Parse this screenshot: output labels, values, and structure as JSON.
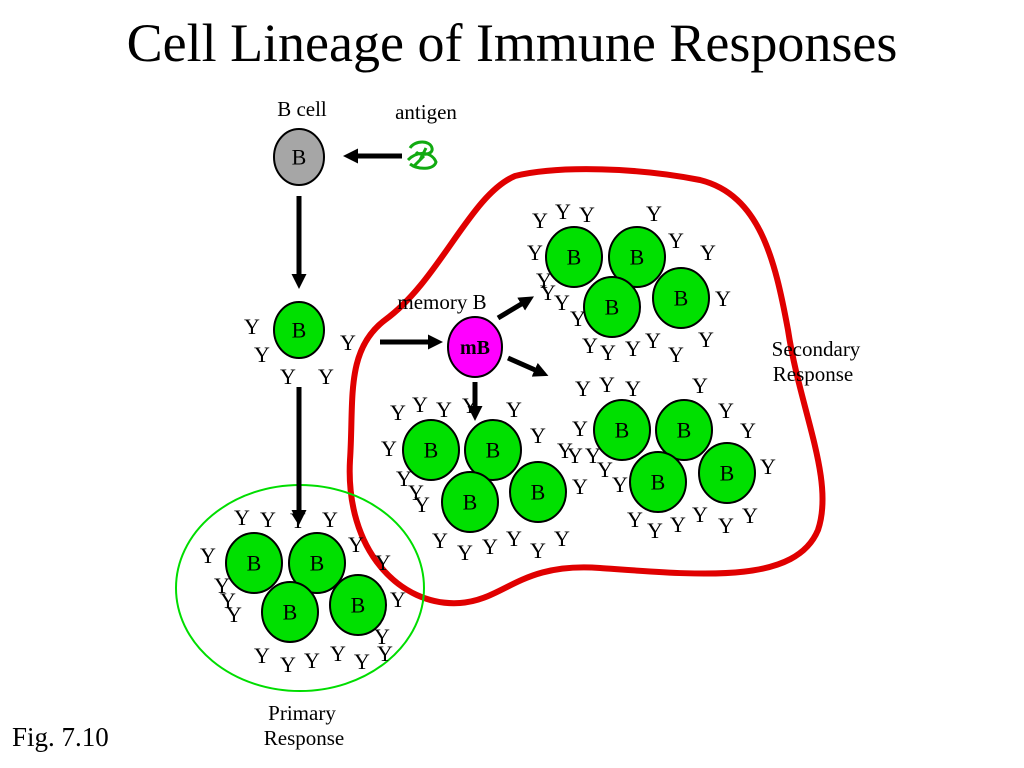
{
  "title": "Cell Lineage of Immune Responses",
  "figure_label": "Fig. 7.10",
  "labels": {
    "b_cell": "B cell",
    "antigen": "antigen",
    "memory_b": "memory B",
    "secondary": [
      "Secondary",
      "Response"
    ],
    "primary": [
      "Primary",
      "Response"
    ]
  },
  "cell_text": {
    "b": "B",
    "memory": "mB"
  },
  "antibody_glyph": "Y",
  "colors": {
    "naive_b": "#a6a6a6",
    "plasma_b": "#00e000",
    "memory_b": "#ff00ff",
    "antigen": "#11aa11",
    "primary_outline": "#00dd00",
    "secondary_outline": "#e00000",
    "arrow": "#000000"
  }
}
